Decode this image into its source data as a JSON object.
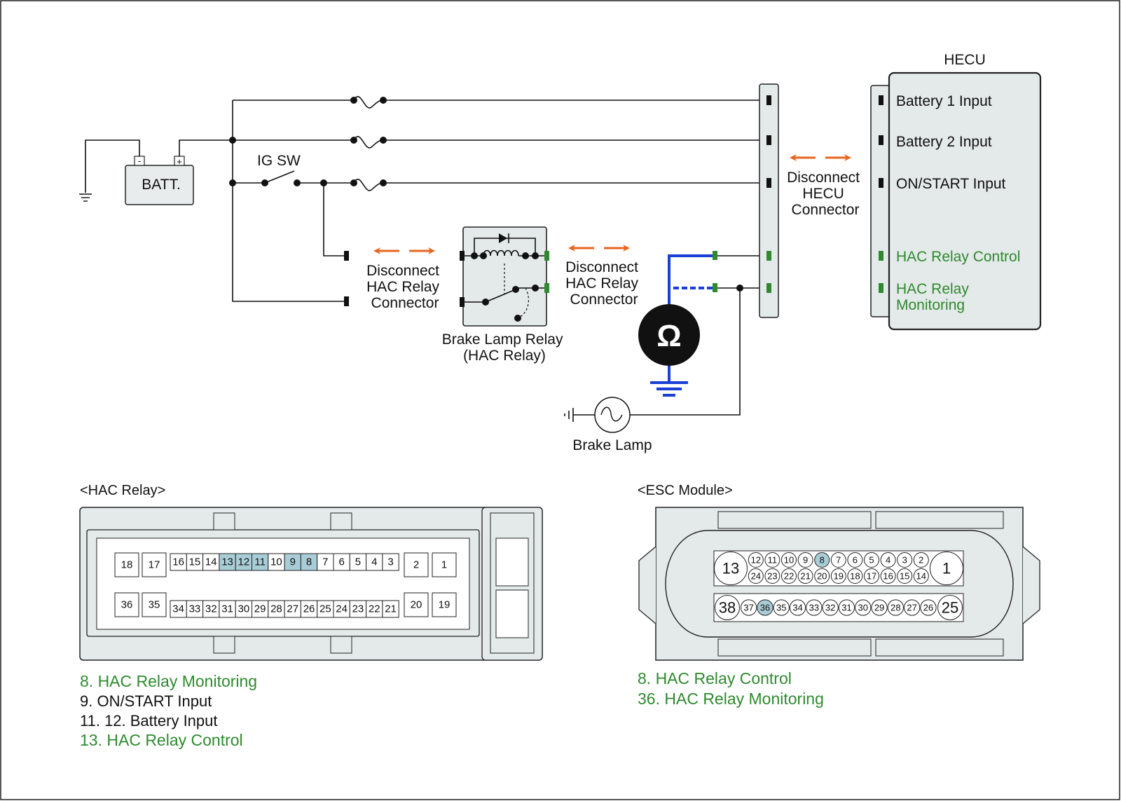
{
  "schematic": {
    "ecu_title": "HECU",
    "battery_label": "BATT.",
    "battery_minus": "-",
    "battery_plus": "+",
    "ig_switch_label": "IG SW",
    "ecu_pins": [
      "Battery 1 Input",
      "Battery 2 Input",
      "ON/START Input",
      "HAC Relay Control"
    ],
    "ecu_pin_monitor": [
      "HAC Relay",
      "Monitoring"
    ],
    "disconnect_hecu": [
      "Disconnect",
      "HECU",
      "Connector"
    ],
    "disconnect_relay_left": [
      "Disconnect",
      "HAC Relay",
      "Connector"
    ],
    "disconnect_relay_right": [
      "Disconnect",
      "HAC Relay",
      "Connector"
    ],
    "relay_caption": [
      "Brake Lamp Relay",
      "(HAC Relay)"
    ],
    "brake_lamp_label": "Brake Lamp",
    "ohm_symbol": "Ω",
    "colors": {
      "signal_green": "#2f8a2f",
      "arrow_orange": "#e8651f",
      "meter_blue": "#1a3fd6",
      "highlight_blue": "#a9cdd6",
      "connector_fill": "#e4e9e9"
    }
  },
  "hac_relay_connector": {
    "title": "<HAC Relay>",
    "big_pins_top": [
      "18",
      "17"
    ],
    "big_pins_bottom": [
      "36",
      "35"
    ],
    "top_row": [
      "16",
      "15",
      "14",
      "13",
      "12",
      "11",
      "10",
      "9",
      "8",
      "7",
      "6",
      "5",
      "4",
      "3"
    ],
    "bottom_row": [
      "34",
      "33",
      "32",
      "31",
      "30",
      "29",
      "28",
      "27",
      "26",
      "25",
      "24",
      "23",
      "22",
      "21"
    ],
    "right_pins_top": [
      "2",
      "1"
    ],
    "right_pins_bottom": [
      "20",
      "19"
    ],
    "highlighted": [
      "13",
      "12",
      "11",
      "9",
      "8"
    ],
    "notes": [
      {
        "text": "8. HAC Relay Monitoring",
        "color": "green"
      },
      {
        "text": "9. ON/START Input",
        "color": "black"
      },
      {
        "text": "11. 12. Battery Input",
        "color": "black"
      },
      {
        "text": "13. HAC Relay Control",
        "color": "green"
      }
    ]
  },
  "esc_connector": {
    "title": "<ESC Module>",
    "big_left_top": "13",
    "big_right_top": "1",
    "row1": [
      "12",
      "11",
      "10",
      "9",
      "8",
      "7",
      "6",
      "5",
      "4",
      "3",
      "2"
    ],
    "row2": [
      "24",
      "23",
      "22",
      "21",
      "20",
      "19",
      "18",
      "17",
      "16",
      "15",
      "14"
    ],
    "big_left_bottom": "38",
    "big_right_bottom": "25",
    "row3": [
      "37",
      "36",
      "35",
      "34",
      "33",
      "32",
      "31",
      "30",
      "29",
      "28",
      "27",
      "26"
    ],
    "highlighted": [
      "8",
      "36"
    ],
    "notes": [
      {
        "text": "8. HAC Relay Control",
        "color": "green"
      },
      {
        "text": "36. HAC Relay Monitoring",
        "color": "green"
      }
    ]
  }
}
